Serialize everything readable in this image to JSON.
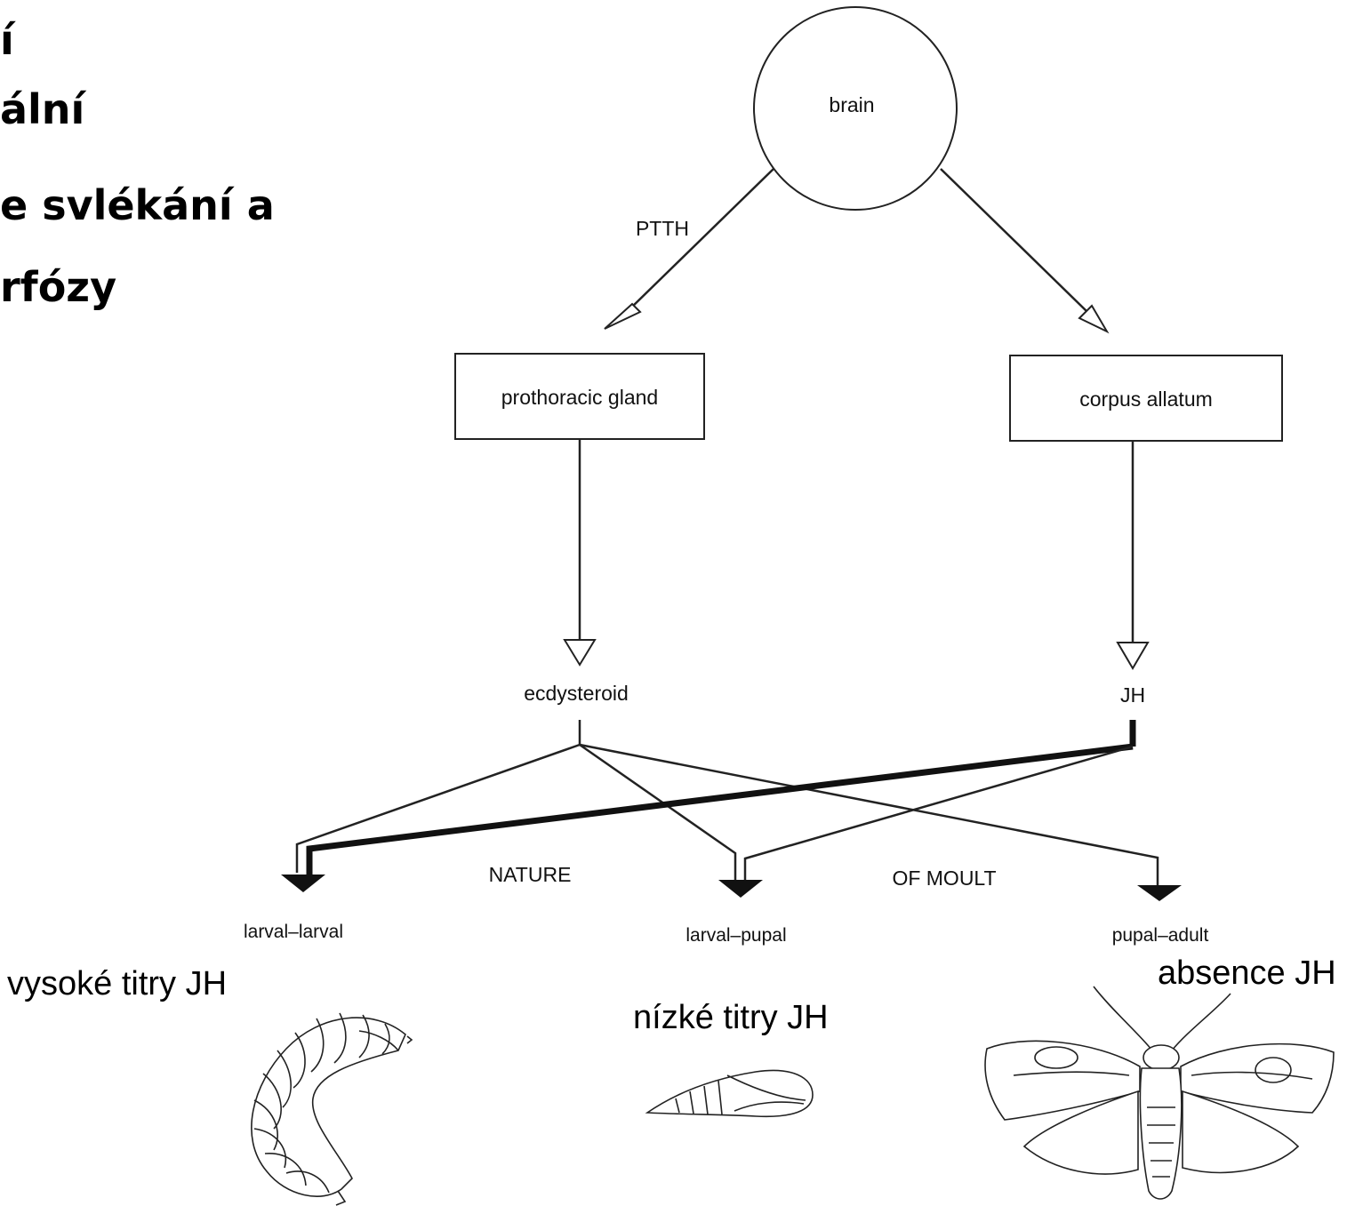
{
  "slide_title_lines": [
    "í",
    "ální",
    "e svlékání a",
    "rfózy"
  ],
  "diagram": {
    "brain": "brain",
    "ptth": "PTTH",
    "prothoracic_gland": "prothoracic gland",
    "corpus_allatum": "corpus allatum",
    "ecdysteroid": "ecdysteroid",
    "jh": "JH",
    "nature": "NATURE",
    "of_moult": "OF MOULT",
    "outcomes": [
      "larval–larval",
      "larval–pupal",
      "pupal–adult"
    ]
  },
  "annotations": {
    "high_jh": "vysoké titry JH",
    "low_jh": "nízké titry JH",
    "absence_jh": "absence JH"
  },
  "illustrations": [
    "larva-illustration",
    "pupa-illustration",
    "moth-illustration"
  ]
}
